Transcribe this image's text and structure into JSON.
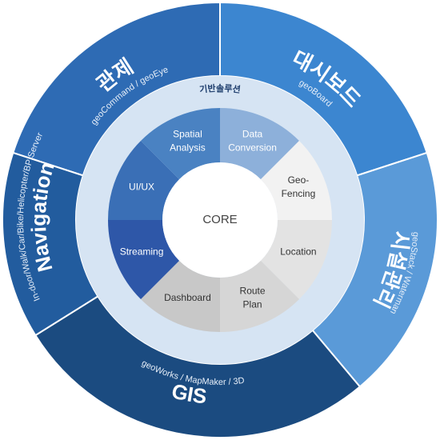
{
  "outer_segments": [
    {
      "title": "관제",
      "subtitle": "geoCommand / geoEye",
      "color": "#2e6bb4"
    },
    {
      "title": "대시보드",
      "subtitle": "geoBoard",
      "color": "#3c86d0"
    },
    {
      "title": "시설관리",
      "subtitle": "geoStack / Waterman",
      "color": "#5a9ad8"
    },
    {
      "title": "GIS",
      "subtitle": "geoWorks / MapMaker / 3D",
      "color": "#1b4b80"
    },
    {
      "title": "Navigation",
      "subtitle": "In-door/Walk/Car/Bike/Helicopter/BP Server",
      "color": "#225c9e"
    }
  ],
  "ring_label": "기반솔루션",
  "inner_segments": [
    {
      "label": "Data Conversion",
      "color": "#8db0da",
      "text_color": "#ffffff"
    },
    {
      "label": "Geo-Fencing",
      "color": "#f2f2f2",
      "text_color": "#333333"
    },
    {
      "label": "Location",
      "color": "#e3e3e3",
      "text_color": "#333333"
    },
    {
      "label": "Route Plan",
      "color": "#d6d6d6",
      "text_color": "#333333"
    },
    {
      "label": "Dashboard",
      "color": "#c8c8c8",
      "text_color": "#333333"
    },
    {
      "label": "Streaming",
      "color": "#2e57a8",
      "text_color": "#ffffff"
    },
    {
      "label": "UI/UX",
      "color": "#3a6fb6",
      "text_color": "#ffffff"
    },
    {
      "label": "Spatial Analysis",
      "color": "#4a82c2",
      "text_color": "#ffffff"
    }
  ],
  "core_label": "CORE"
}
